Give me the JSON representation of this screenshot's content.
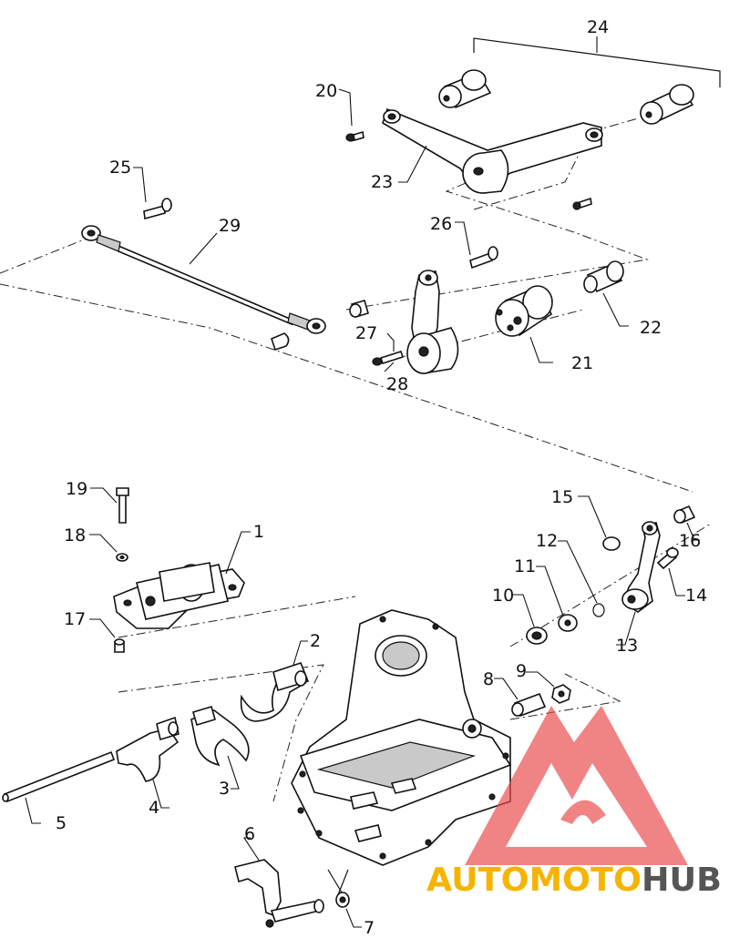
{
  "callouts": {
    "c1": "1",
    "c2": "2",
    "c3": "3",
    "c4": "4",
    "c5": "5",
    "c6": "6",
    "c7": "7",
    "c8": "8",
    "c9": "9",
    "c10": "10",
    "c11": "11",
    "c12": "12",
    "c13": "13",
    "c14": "14",
    "c15": "15",
    "c16": "16",
    "c17": "17",
    "c18": "18",
    "c19": "19",
    "c20": "20",
    "c21": "21",
    "c22": "22",
    "c23": "23",
    "c24": "24",
    "c25": "25",
    "c26": "26",
    "c27": "27",
    "c28": "28",
    "c29": "29"
  },
  "watermark": {
    "part1": "AUTOMOTO",
    "part2": "HUB",
    "color_part1": "#f4b400",
    "color_part2": "#555555",
    "logo_color": "#e84b4b"
  }
}
